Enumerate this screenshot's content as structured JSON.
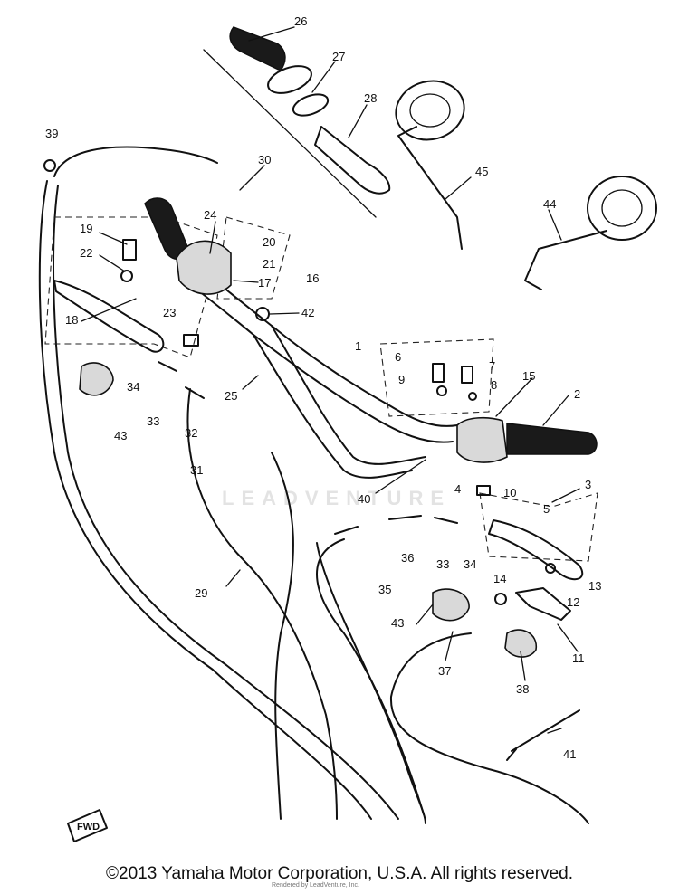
{
  "diagram": {
    "watermark": "LEADVENTURE",
    "fwd_label": "FWD",
    "callouts": {
      "c26": "26",
      "c27": "27",
      "c28": "28",
      "c30": "30",
      "c39": "39",
      "c45": "45",
      "c44": "44",
      "c24": "24",
      "c19": "19",
      "c20": "20",
      "c22": "22",
      "c21": "21",
      "c16": "16",
      "c17": "17",
      "c18": "18",
      "c23": "23",
      "c42": "42",
      "c1": "1",
      "c6": "6",
      "c7": "7",
      "c9": "9",
      "c8": "8",
      "c15": "15",
      "c2": "2",
      "c34a": "34",
      "c43a": "43",
      "c33a": "33",
      "c32": "32",
      "c25": "25",
      "c31": "31",
      "c40": "40",
      "c4": "4",
      "c10": "10",
      "c5": "5",
      "c3": "3",
      "c36": "36",
      "c33b": "33",
      "c34b": "34",
      "c35": "35",
      "c14": "14",
      "c13": "13",
      "c12": "12",
      "c43b": "43",
      "c11": "11",
      "c29": "29",
      "c37": "37",
      "c38": "38",
      "c41": "41"
    }
  },
  "footer": {
    "copyright": "©2013 Yamaha Motor Corporation, U.S.A. All rights reserved.",
    "credit": "Rendered by LeadVenture, Inc."
  }
}
